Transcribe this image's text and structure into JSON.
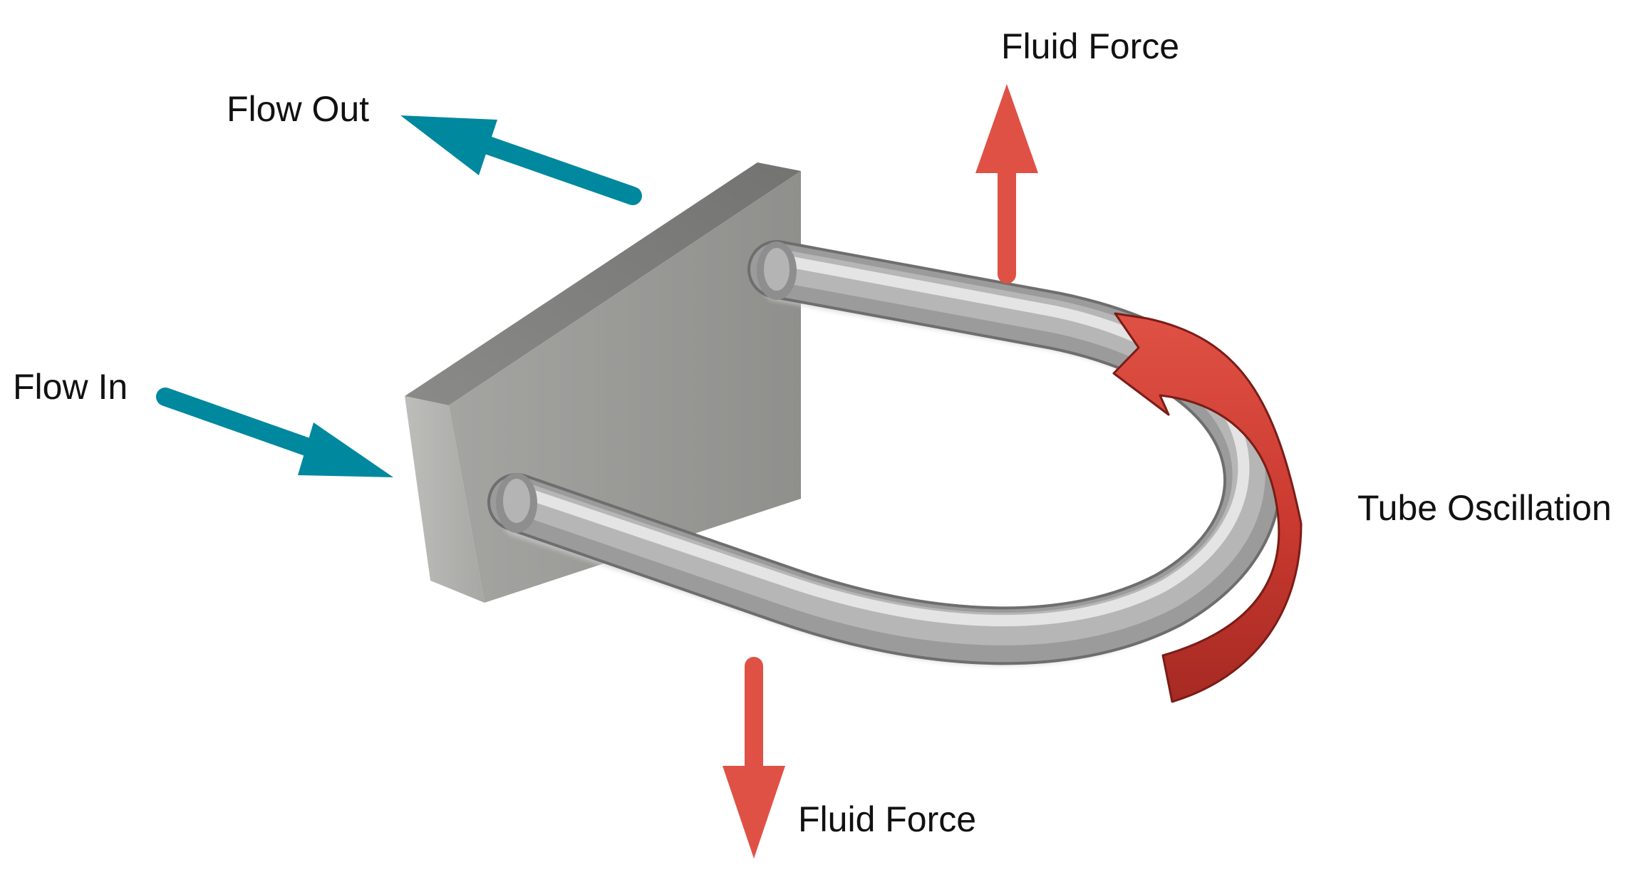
{
  "labels": {
    "flow_out": "Flow Out",
    "flow_in": "Flow In",
    "fluid_force_top": "Fluid Force",
    "fluid_force_bottom": "Fluid Force",
    "tube_oscillation": "Tube Oscillation"
  },
  "colors": {
    "flow_arrow": "#00889e",
    "force_arrow": "#e05145",
    "oscillation_arrow_light": "#e05145",
    "oscillation_arrow_dark": "#b02e26",
    "tube_metal": "#a9a9a9",
    "plate_metal": "#9a9a97",
    "text": "#111111"
  },
  "icons": {
    "flow_out": "arrow-up-left",
    "flow_in": "arrow-down-right",
    "fluid_force_top": "arrow-up",
    "fluid_force_bottom": "arrow-down",
    "tube_oscillation": "curved-arrow"
  }
}
